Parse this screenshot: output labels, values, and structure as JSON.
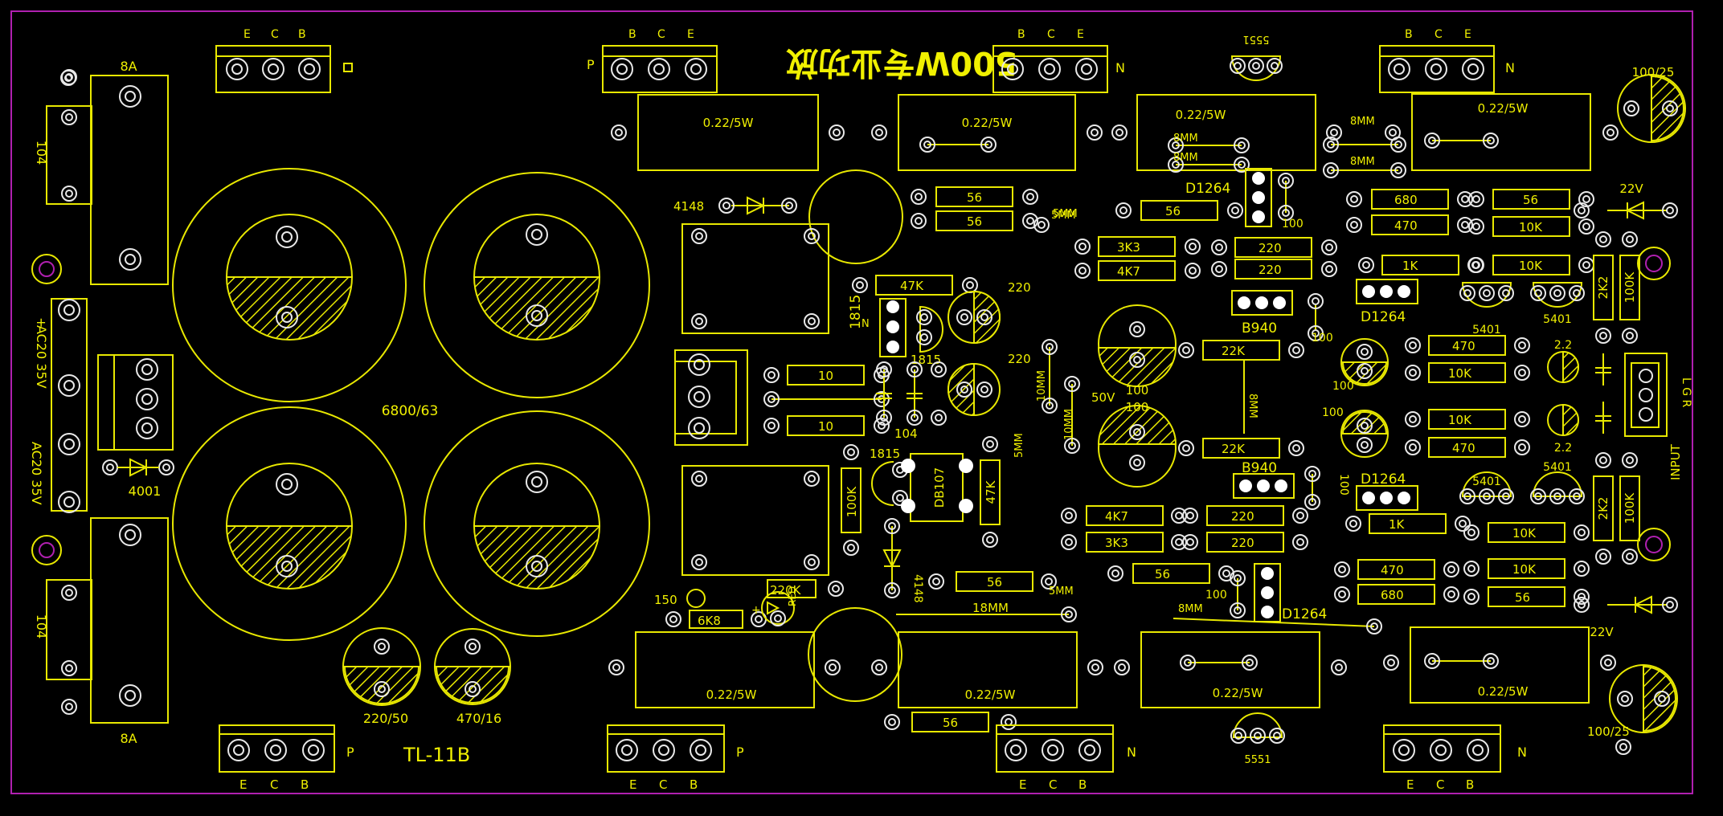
{
  "board": {
    "title": "500W专业功放",
    "model": "TL-11B",
    "colors": {
      "background": "#000000",
      "silkscreen": "#f0f000",
      "pads": "#e8e8e8",
      "outline": "#b020b0"
    }
  },
  "labels": {
    "res_022_5w": "0.22/5W",
    "cap_6800": "6800/63",
    "fuse_8a": "8A",
    "cap_104": "104",
    "ac_top": "AC20  35V",
    "ac_bot": "AC20  35V",
    "plus": "+",
    "diode_4001": "4001",
    "diode_4148": "4148",
    "cap_220_50": "220/50",
    "cap_470_16": "470/16",
    "cap_100_25": "100/25",
    "zener_22v": "22V",
    "r56": "56",
    "r47k": "47K",
    "c220": "220",
    "r10": "10",
    "t1815": "1815",
    "n": "N",
    "p": "P",
    "e": "E",
    "c": "C",
    "b": "B",
    "db107": "DB107",
    "r100k": "100K",
    "r47k_v": "47K",
    "r220k": "220K",
    "r6k8": "6K8",
    "red": "RED",
    "c150": "150",
    "mm18": "18MM",
    "mm5": "5MM",
    "mm8": "8MM",
    "mm10": "10MM",
    "r3k3": "3K3",
    "r4k7": "4K7",
    "r220": "220",
    "r22k": "22K",
    "b940": "B940",
    "d1264": "D1264",
    "c100": "100",
    "v50": "50V",
    "r680": "680",
    "r470": "470",
    "r1k": "1K",
    "r10k": "10K",
    "r2k2": "2K2",
    "t5401": "5401",
    "c2_2": "2.2",
    "t5551": "5551",
    "input": "INPUT",
    "lgr": "L  G  R",
    "box": "□"
  }
}
